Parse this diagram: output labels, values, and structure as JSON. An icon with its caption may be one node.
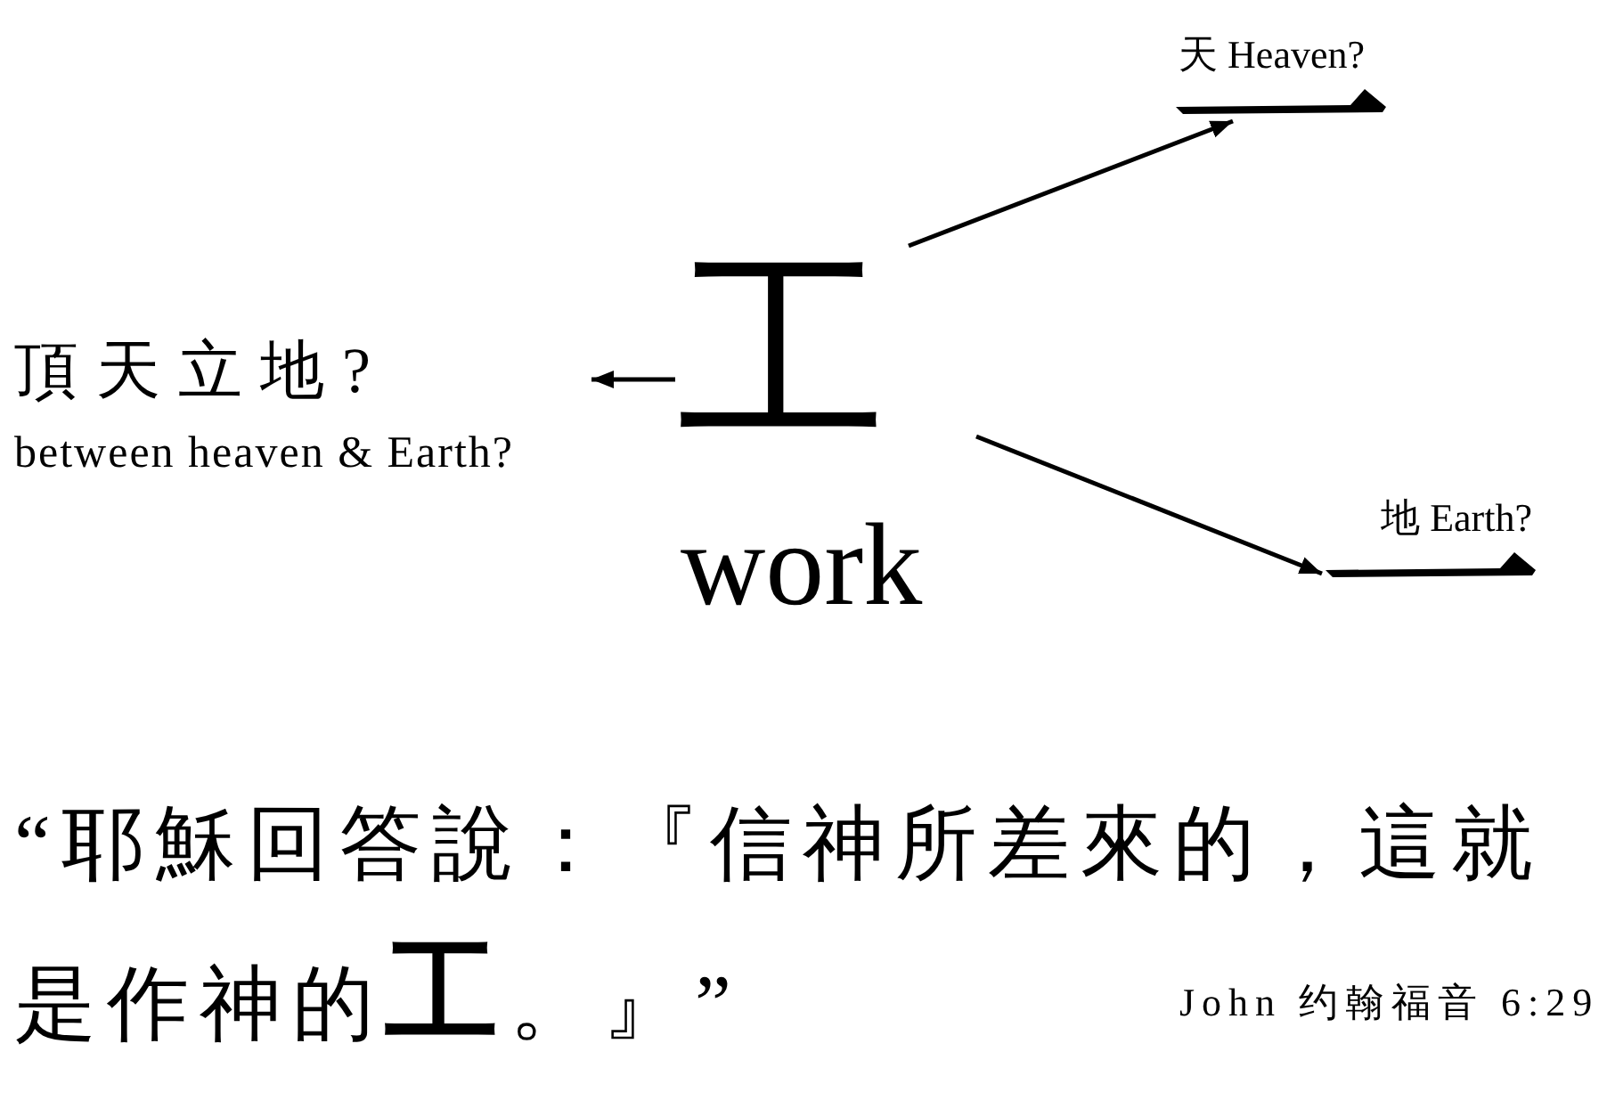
{
  "diagram": {
    "nodes": [
      {
        "text": [
          "工",
          "work"
        ]
      },
      {
        "text": [],
        "shape": "bar",
        "beside": [
          "天 Heaven?"
        ]
      },
      {
        "text": [
          "頂天立地?",
          "between heaven & Earth?"
        ]
      },
      {
        "text": [],
        "shape": "bar",
        "beside": [
          "地 Earth?"
        ]
      }
    ],
    "edges": [
      {
        "from": 0,
        "to": 1,
        "arrow": "to"
      },
      {
        "from": 0,
        "to": 2,
        "arrow": "to"
      },
      {
        "from": 0,
        "to": 3,
        "arrow": "to"
      }
    ],
    "labels": [
      "“耶穌回答說：『信神所差來的，這就是作神的**工**。』”",
      "John 约翰福音 6:29"
    ]
  }
}
